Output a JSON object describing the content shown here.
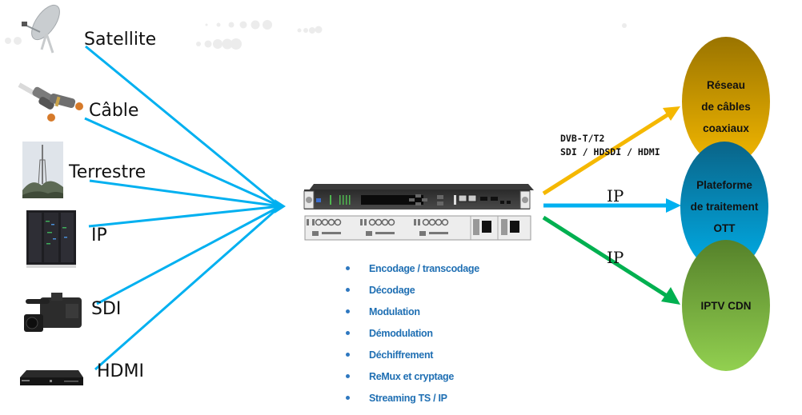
{
  "diagram": {
    "title": "",
    "inputs": [
      {
        "label": "Satellite",
        "icon": "satellite-dish-icon"
      },
      {
        "label": "Câble",
        "icon": "coaxial-cable-icon"
      },
      {
        "label": "Terrestre",
        "icon": "transmission-tower-icon"
      },
      {
        "label": "IP",
        "icon": "server-rack-icon"
      },
      {
        "label": "SDI",
        "icon": "video-camera-icon"
      },
      {
        "label": "HDMI",
        "icon": "set-top-box-icon"
      }
    ],
    "device": {
      "icon": "headend-device-icon"
    },
    "functions": [
      "Encodage / transcodage",
      "Décodage",
      "Modulation",
      "Démodulation",
      "Déchiffrement",
      "ReMux et cryptage",
      "Streaming TS / IP"
    ],
    "outputs": [
      {
        "label_lines": [
          "DVB-T/T2",
          "SDI / HDSDI / HDMI"
        ],
        "color": "#f5b800",
        "target": "Réseau de câbles coaxiaux"
      },
      {
        "label_lines": [
          "IP"
        ],
        "color": "#00b0f0",
        "target": "Plateforme de traitement OTT"
      },
      {
        "label_lines": [
          "IP"
        ],
        "color": "#00b050",
        "target": "IPTV CDN"
      }
    ],
    "destinations": [
      {
        "lines": [
          "Réseau",
          "de câbles",
          "coaxiaux"
        ],
        "color_top": "#9a7400",
        "color_bottom": "#f4b800"
      },
      {
        "lines": [
          "Plateforme",
          "de traitement",
          "OTT"
        ],
        "color_top": "#0a6488",
        "color_bottom": "#00aee8"
      },
      {
        "lines": [
          "IPTV CDN"
        ],
        "color_top": "#55812a",
        "color_bottom": "#92d050"
      }
    ],
    "colors": {
      "input_line": "#00b0f0",
      "function_text": "#1f6fb3"
    }
  }
}
